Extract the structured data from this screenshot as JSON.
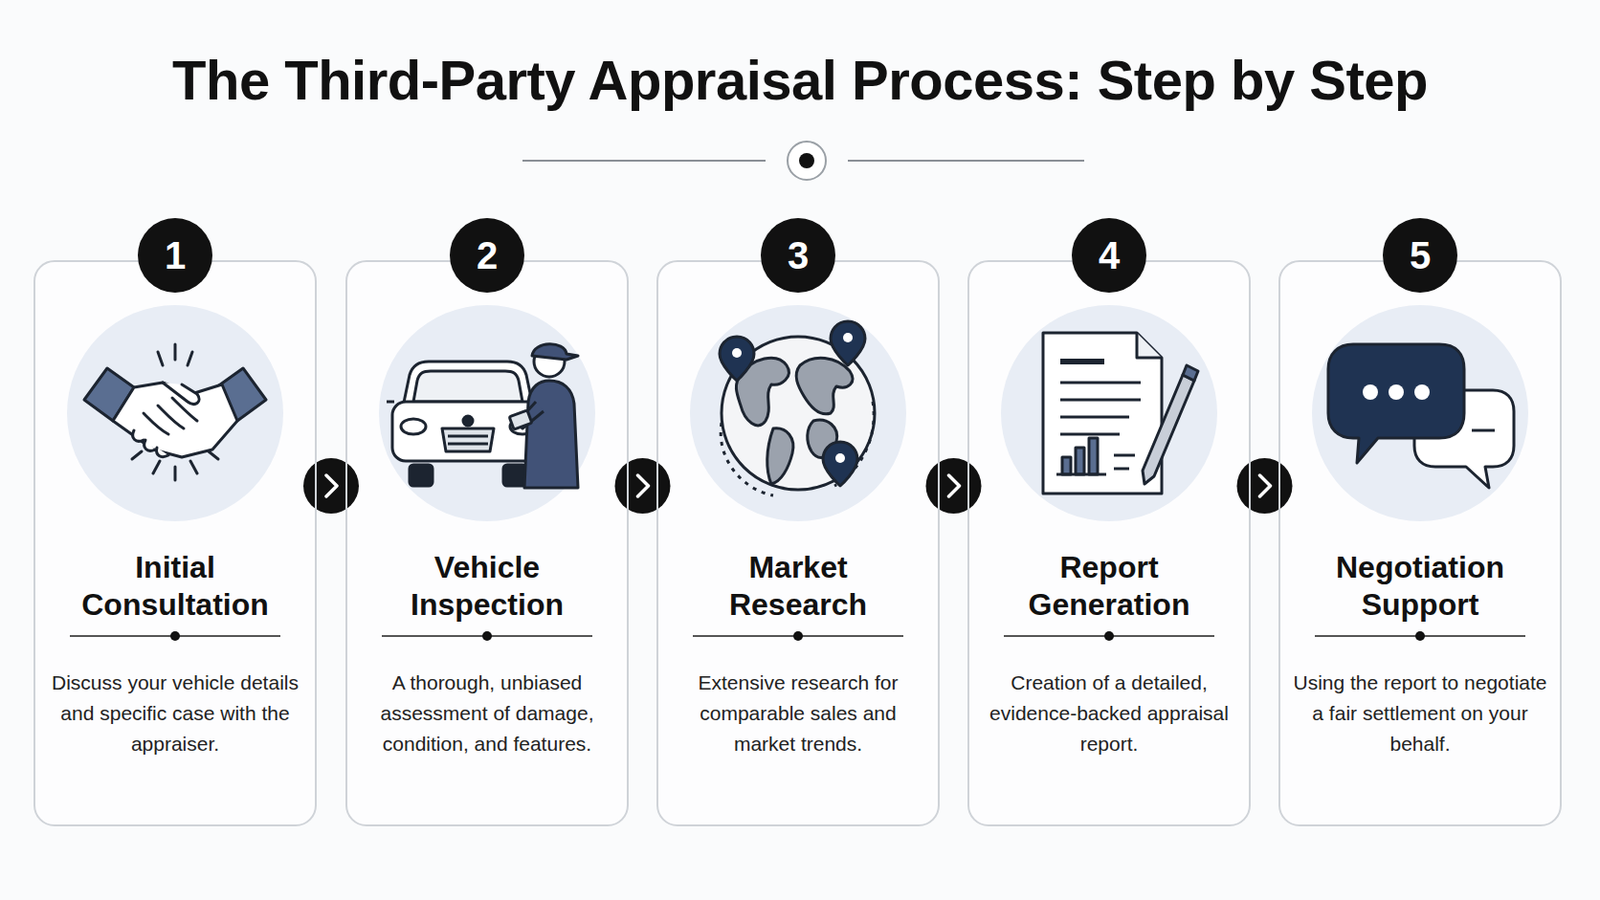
{
  "diagram": {
    "title": "The Third-Party Appraisal Process: Step by Step",
    "nodes": [
      {
        "text": [
          "Initial Consultation",
          "Discuss your vehicle details and specific case with the appraiser."
        ]
      },
      {
        "text": [
          "Vehicle Inspection",
          "A thorough, unbiased assessment of damage, condition, and features."
        ]
      },
      {
        "text": [
          "Market Research",
          "Extensive research for comparable sales and market trends."
        ]
      },
      {
        "text": [
          "Report Generation",
          "Creation of a detailed, evidence-backed appraisal report."
        ]
      },
      {
        "text": [
          "Negotiation Support",
          "Using the report to negotiate a fair settlement on your behalf."
        ]
      }
    ],
    "edges": [
      {
        "from": 0,
        "to": 1,
        "arrow": "to"
      },
      {
        "from": 1,
        "to": 2,
        "arrow": "to"
      },
      {
        "from": 2,
        "to": 3,
        "arrow": "to"
      },
      {
        "from": 3,
        "to": 4,
        "arrow": "to"
      }
    ],
    "labels": [
      "1",
      "2",
      "3",
      "4",
      "5"
    ]
  }
}
